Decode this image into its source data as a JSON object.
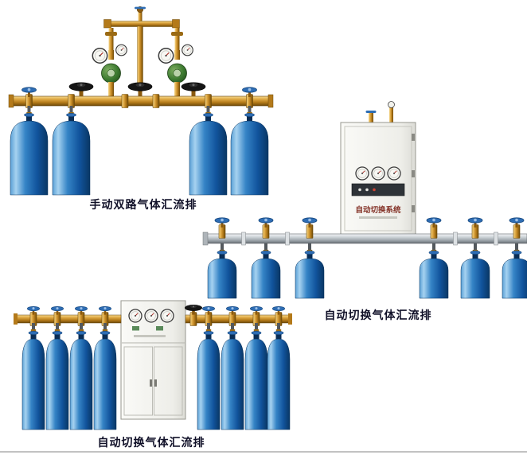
{
  "page": {
    "background_color": "#ffffff",
    "divider_color": "#c2c2c2"
  },
  "products": [
    {
      "caption": "手动双路气体汇流排",
      "cylinders_visible": 4
    },
    {
      "caption": "自动切换气体汇流排",
      "cabinet_label": "自动切换系统",
      "cylinders_visible": 6
    },
    {
      "caption": "自动切换气体汇流排",
      "cylinders_visible": 8
    }
  ],
  "colors": {
    "cylinder_blue": "#1560a8",
    "brass_pipe": "#c8862a",
    "aluminum_pipe": "#b8bcc0",
    "cabinet_body": "#f0f0ea",
    "regulator_green": "#3c7a30",
    "valve_handle_blue": "#2e6db4",
    "valve_handle_black": "#161616",
    "caption_text": "#101028"
  }
}
